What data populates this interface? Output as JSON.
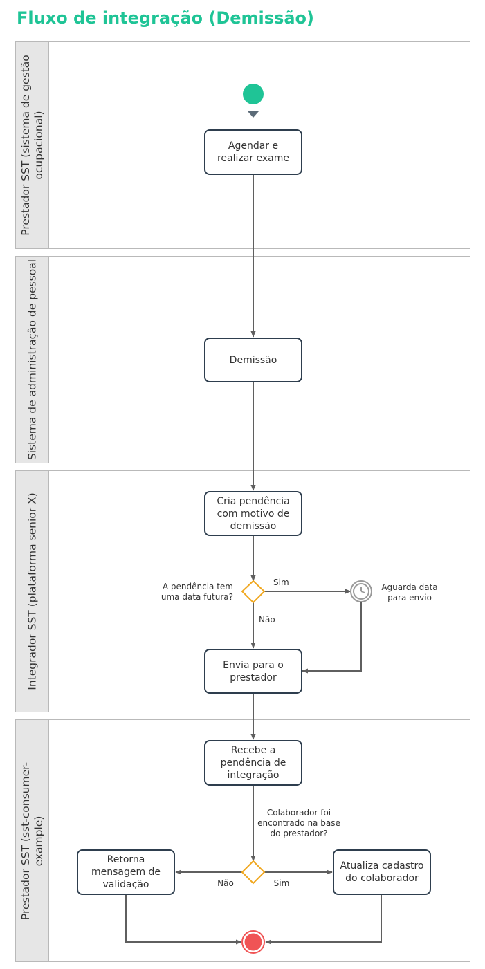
{
  "title": "Fluxo de integração (Demissão)",
  "lanes": [
    "Prestador SST (sistema de gestão ocupacional)",
    "Sistema de administração de pessoal",
    "Integrador SST (plataforma senior X)",
    "Prestador SST (sst-consumer-example)"
  ],
  "tasks": {
    "agendar": "Agendar e realizar exame",
    "demissao": "Demissão",
    "cria": "Cria pendência com motivo de demissão",
    "envia": "Envia para o prestador",
    "recebe": "Recebe a pendência de integração",
    "retorna": "Retorna mensagem de validação",
    "atualiza": "Atualiza cadastro do colaborador"
  },
  "gateway1": {
    "question": [
      "A pendência tem",
      "uma data futura?"
    ],
    "yes": "Sim",
    "no": "Não"
  },
  "timer": {
    "label": [
      "Aguarda data",
      "para envio"
    ]
  },
  "gateway2": {
    "question": [
      "Colaborador foi",
      "encontrado na base",
      "do prestador?"
    ],
    "yes": "Sim",
    "no": "Não"
  },
  "colors": {
    "title": "#1fc496",
    "start_event": "#1fc496",
    "end_event": "#f05455",
    "gateway": "#f0a71f",
    "task_border": "#2e3e4e",
    "connector": "#5f5f5f"
  }
}
